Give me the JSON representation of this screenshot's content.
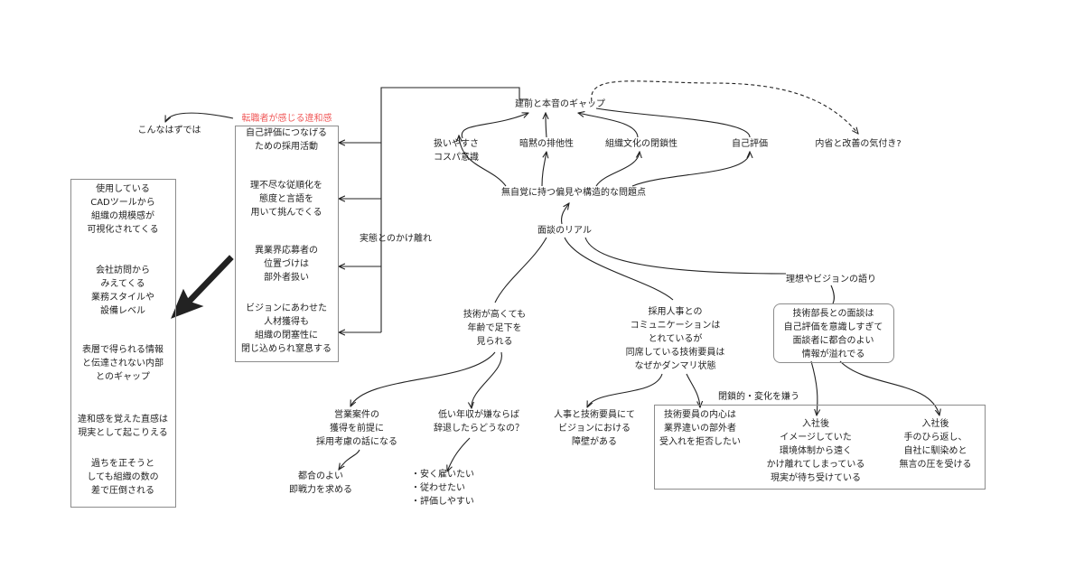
{
  "colors": {
    "line": "#222222",
    "accent": "#f05a5a",
    "box_border": "#8c8c8c"
  },
  "center": {
    "gap": "建前と本音のギャップ",
    "bias": "無自覚に持つ偏見や構造的な問題点",
    "interview": "面談のリアル",
    "reflection": "内省と改善の気付き?"
  },
  "gap_children": [
    "扱いやすさ\nコスパ意識",
    "暗黙の排他性",
    "組織文化の閉鎖性",
    "自己評価"
  ],
  "discomfort": {
    "title": "転職者が感じる違和感",
    "thought": "こんなはずでは",
    "items": [
      "自己評価につなげる\nための採用活動",
      "理不尽な従順化を\n態度と言語を\n用いて挑んでくる",
      "異業界応募者の\n位置づけは\n部外者扱い",
      "ビジョンにあわせた\n人材獲得も\n組織の閉塞性に\n閉じ込められ窒息する"
    ],
    "edge_label": "実態とのかけ離れ"
  },
  "left_list": [
    "使用している\nCADツールから\n組織の規模感が\n可視化されてくる",
    "会社訪問から\nみえてくる\n業務スタイルや\n設備レベル",
    "表層で得られる情報\nと伝達されない内部\nとのギャップ",
    "違和感を覚えた直感は\n現実として起こりえる",
    "過ちを正そうと\nしても組織の数の\n差で圧倒される"
  ],
  "tech": {
    "label": "技術が高くても\n年齢で足下を\n見られる",
    "sales": "営業案件の\n獲得を前提に\n採用考慮の話になる",
    "sales_child": "都合のよい\n即戦力を求める",
    "salary": "低い年収が嫌ならば\n辞退したらどうなの？",
    "salary_child": "・安く雇いたい\n・従わせたい\n・評価しやすい"
  },
  "hr": {
    "label": "採用人事との\nコミュニケーションは\nとれているが\n同席している技術要員は\nなぜかダンマリ状態",
    "vision_wall": "人事と技術要員にて\nビジョンにおける\n障壁がある",
    "reject": "技術要員の内心は\n業界違いの部外者\n受入れを拒否したい"
  },
  "ideal": {
    "label": "理想やビジョンの語り",
    "manager": "技術部長との面談は\n自己評価を意識しすぎて\n面談者に都合のよい\n情報が溢れでる",
    "closed_label": "閉鎖的・変化を嫌う",
    "after1": "入社後\nイメージしていた\n環境体制から遠く\nかけ離れてしまっている\n現実が待ち受けている",
    "after2": "入社後\n手のひら返し、\n自社に馴染めと\n無言の圧を受ける"
  }
}
